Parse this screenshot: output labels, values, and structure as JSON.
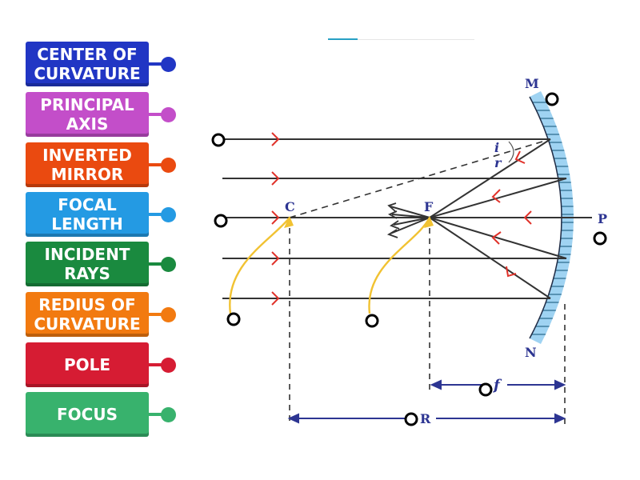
{
  "labels": [
    {
      "line1": "CENTER OF",
      "line2": "CURVATURE",
      "color": "#2136c4"
    },
    {
      "line1": "PRINCIPAL",
      "line2": "AXIS",
      "color": "#c34ec9"
    },
    {
      "line1": "INVERTED",
      "line2": "MIRROR",
      "color": "#ea4a10"
    },
    {
      "line1": "FOCAL",
      "line2": "LENGTH",
      "color": "#249ae3"
    },
    {
      "line1": "INCIDENT",
      "line2": "RAYS",
      "color": "#1a8a3f"
    },
    {
      "line1": "REDIUS OF",
      "line2": "CURVATURE",
      "color": "#f27a10"
    },
    {
      "line1": "POLE",
      "line2": "",
      "color": "#d61c33"
    },
    {
      "line1": "FOCUS",
      "line2": "",
      "color": "#38b26d"
    }
  ],
  "diagram": {
    "point_m": "M",
    "point_n": "N",
    "point_p": "P",
    "point_c": "C",
    "point_f": "F",
    "angle_i": "i",
    "angle_r": "r",
    "focal_length_symbol": "f",
    "radius_symbol": "R"
  },
  "colors": {
    "mirror_fill": "#9fd3f2",
    "ray_arrow": "#e0322a",
    "pointer_curve": "#f1c232",
    "dimension_line": "#2d3592",
    "label_text": "#2d3592"
  }
}
